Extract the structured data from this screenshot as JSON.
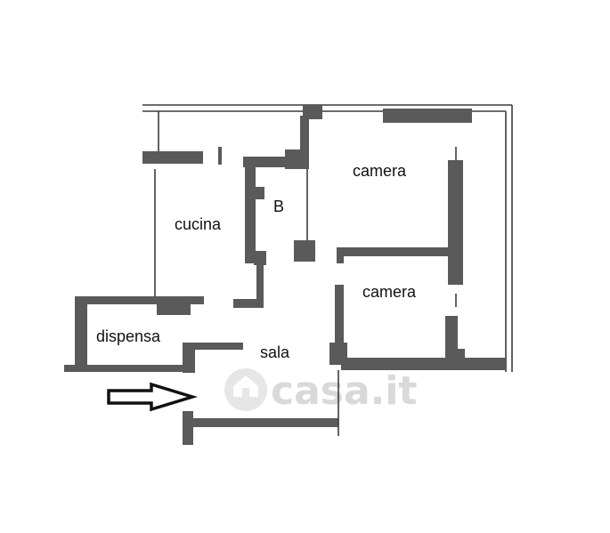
{
  "rooms": {
    "cucina": "cucina",
    "bagno": "B",
    "camera_1": "camera",
    "camera_2": "camera",
    "dispensa": "dispensa",
    "sala": "sala"
  },
  "watermark": {
    "text": "casa.it",
    "icon": "house-icon"
  },
  "entrance": {
    "icon": "entrance-arrow-icon"
  },
  "colors": {
    "wall": "#5a5a5a",
    "thin_line": "#3c3c3c",
    "text": "#111111",
    "watermark": "#d9d9d9"
  }
}
